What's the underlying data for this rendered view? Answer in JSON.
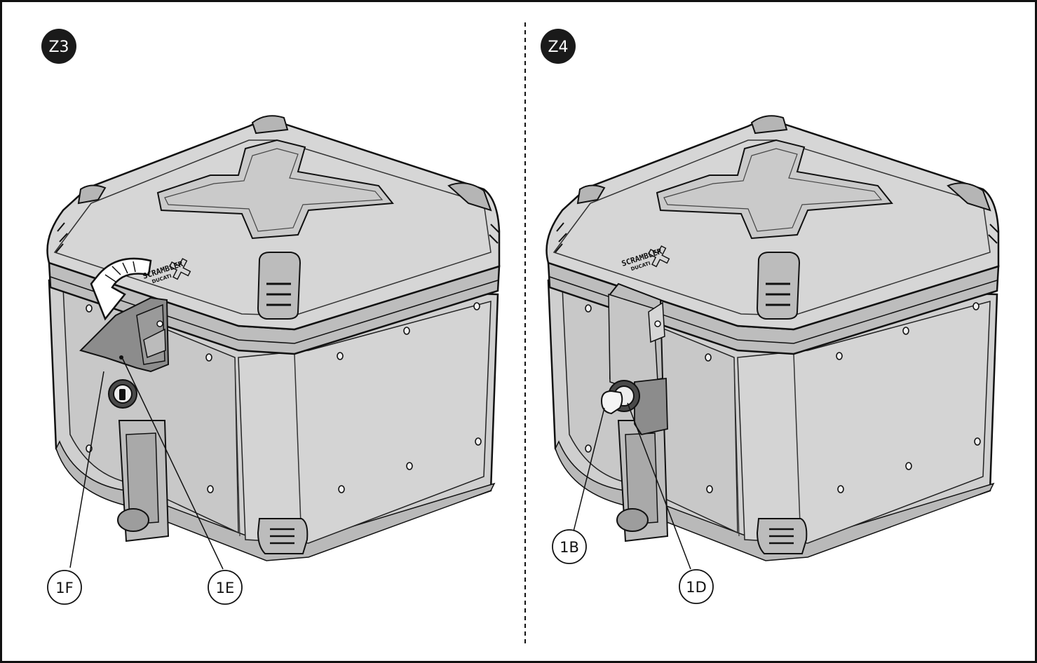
{
  "panels": [
    {
      "step": "Z3",
      "callouts": [
        "1F",
        "1E"
      ],
      "brand_logo": [
        "SCRAMBLER",
        "DUCATI"
      ]
    },
    {
      "step": "Z4",
      "callouts": [
        "1B",
        "1D"
      ],
      "brand_logo": [
        "SCRAMBLER",
        "DUCATI"
      ]
    }
  ],
  "colors": {
    "case_fill": "#cfcfcf",
    "case_light": "#dadada",
    "case_dark": "#a9a9a9",
    "highlight": "#8a8a8a",
    "outline": "#111111",
    "badge": "#1a1a1a"
  },
  "icons": [
    "rotate-arrow-icon",
    "key-icon",
    "lock-cylinder-icon"
  ]
}
